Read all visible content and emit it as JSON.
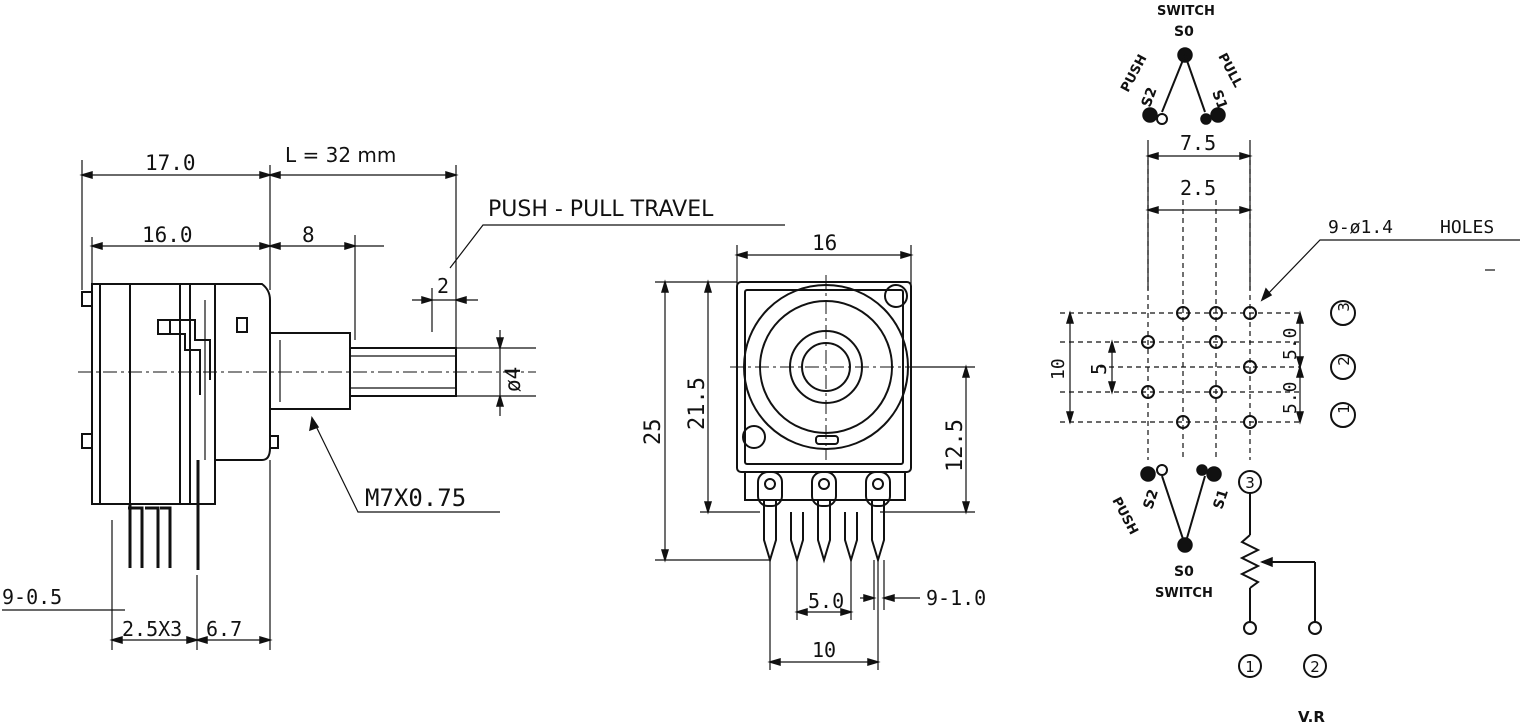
{
  "side_view": {
    "dim_17": "17.0",
    "dim_length": "L = 32 mm",
    "dim_16": "16.0",
    "dim_8": "8",
    "label_travel": "PUSH - PULL TRAVEL",
    "dim_2": "2",
    "dim_shaft": "ø4",
    "label_thread": "M7X0.75",
    "dim_pins": "9-0.5",
    "dim_pitch": "2.5X3",
    "dim_67": "6.7"
  },
  "front_view": {
    "dim_16": "16",
    "dim_25": "25",
    "dim_215": "21.5",
    "dim_125": "12.5",
    "dim_5": "5.0",
    "dim_pins": "9-1.0",
    "dim_10": "10"
  },
  "pcb_view": {
    "switch_top": "SWITCH",
    "s0_top": "S0",
    "push_top": "PUSH",
    "pull_top": "PULL",
    "s2_top": "S2",
    "s1_top": "S1",
    "dim_75": "7.5",
    "dim_25": "2.5",
    "label_holes": "9-ø1.4",
    "label_holes2": "HOLES",
    "dim_10": "10",
    "dim_5": "5",
    "dim_50a": "5.0",
    "dim_50b": "5.0",
    "row_3": "3",
    "row_2": "2",
    "row_1": "1",
    "s2_bot": "S2",
    "s1_bot": "S1",
    "push_bot": "PUSH",
    "s0_bot": "S0",
    "switch_bot": "SWITCH",
    "vr_3": "3",
    "vr_1": "1",
    "vr_2": "2",
    "vr_label": "V.R"
  }
}
